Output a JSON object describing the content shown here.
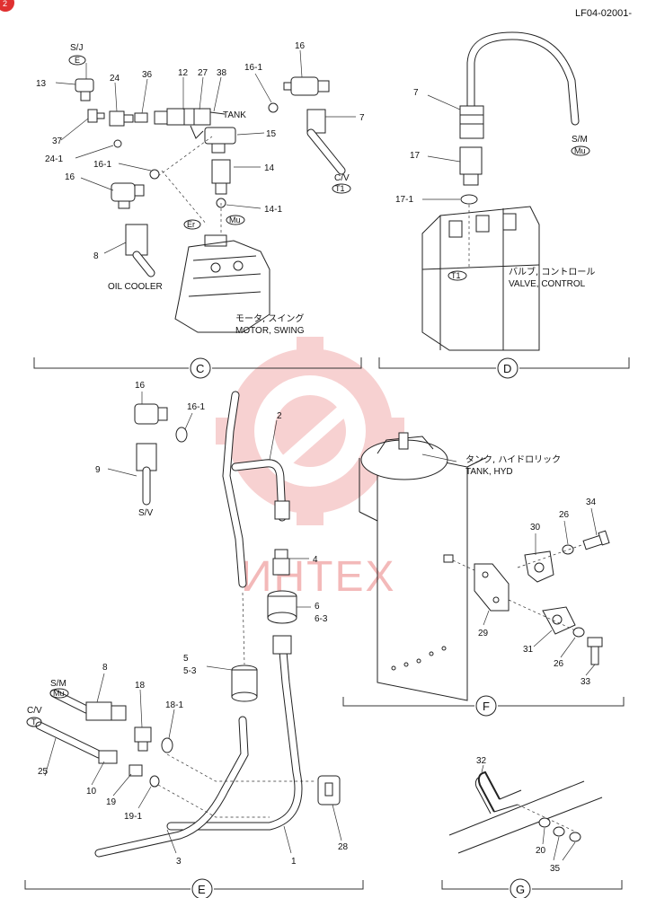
{
  "header": {
    "doc_id": "LF04-02001-",
    "corner_badge": "2"
  },
  "watermark": {
    "text": "ИНТЕХ",
    "color": "#f3b9b9"
  },
  "sections": {
    "C": {
      "label": "C",
      "texts": {
        "sj": "S/J",
        "tag_e": "E",
        "tank": "TANK",
        "cv": "C/V",
        "tag_t1": "T1",
        "tag_er": "Er",
        "tag_mu": "Mu",
        "oil_cooler": "OIL COOLER",
        "motor_jp": "モータ, スイング",
        "motor_en": "MOTOR, SWING"
      },
      "parts": {
        "p13": "13",
        "p24": "24",
        "p36": "36",
        "p12": "12",
        "p27": "27",
        "p38": "38",
        "p16_1a": "16-1",
        "p16a": "16",
        "p37": "37",
        "p24_1": "24-1",
        "p15": "15",
        "p7": "7",
        "p16_1b": "16-1",
        "p14": "14",
        "p16b": "16",
        "p14_1": "14-1",
        "p8": "8"
      }
    },
    "D": {
      "label": "D",
      "texts": {
        "sm": "S/M",
        "tag_mu": "Mu",
        "tag_t1": "T1",
        "valve_jp": "バルブ, コントロール",
        "valve_en": "VALVE, CONTROL"
      },
      "parts": {
        "p7": "7",
        "p17": "17",
        "p17_1": "17-1"
      }
    },
    "E": {
      "label": "E",
      "texts": {
        "sv": "S/V",
        "sm": "S/M",
        "tag_mu": "Mu",
        "cv": "C/V",
        "tag_t": "T"
      },
      "parts": {
        "p16": "16",
        "p16_1": "16-1",
        "p2": "2",
        "p9": "9",
        "p4": "4",
        "p6": "6",
        "p6_3": "6-3",
        "p5": "5",
        "p5_3": "5-3",
        "p8": "8",
        "p18": "18",
        "p18_1": "18-1",
        "p25": "25",
        "p10": "10",
        "p19": "19",
        "p19_1": "19-1",
        "p3": "3",
        "p1": "1",
        "p28": "28"
      }
    },
    "F": {
      "label": "F",
      "texts": {
        "tank_jp": "タンク, ハイドロリック",
        "tank_en": "TANK, HYD"
      },
      "parts": {
        "p34": "34",
        "p30": "30",
        "p26a": "26",
        "p29": "29",
        "p31": "31",
        "p26b": "26",
        "p33": "33"
      }
    },
    "G": {
      "label": "G",
      "parts": {
        "p32": "32",
        "p20": "20",
        "p35": "35"
      }
    }
  }
}
